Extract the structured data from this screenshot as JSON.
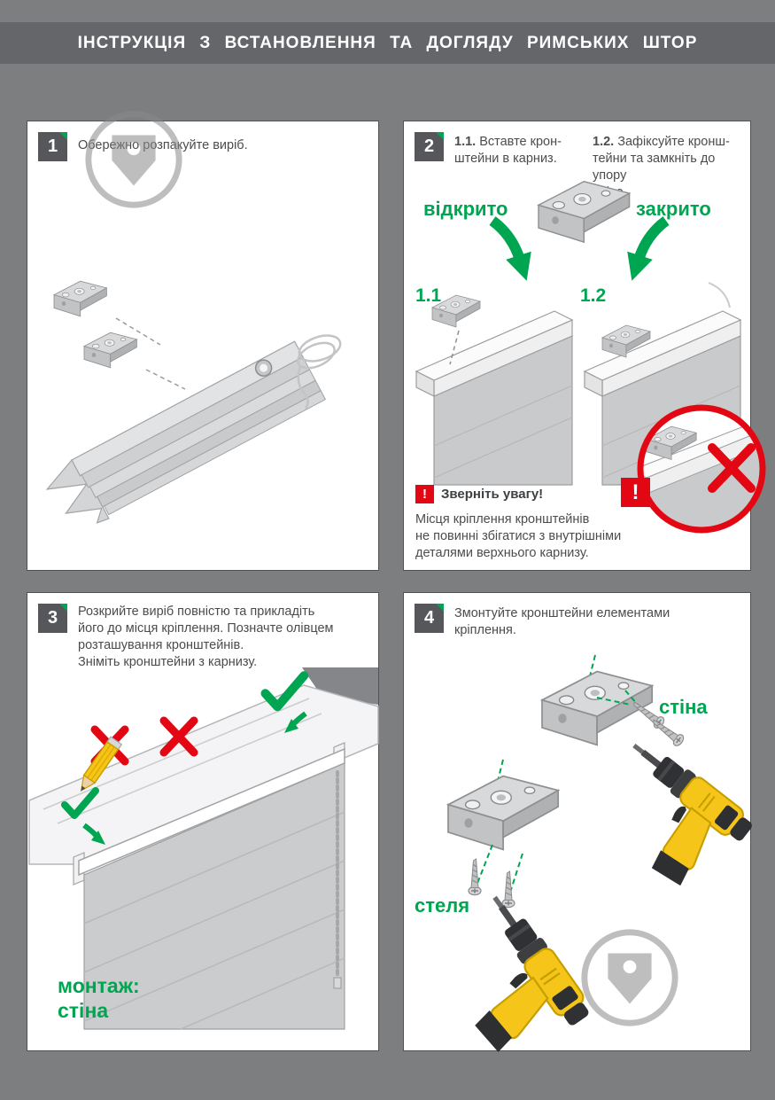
{
  "header": {
    "title": "ІНСТРУКЦІЯ З ВСТАНОВЛЕННЯ ТА ДОГЛЯДУ РИМСЬКИХ ШТОР"
  },
  "steps": [
    {
      "number": "1",
      "instruction": "Обережно розпакуйте виріб."
    },
    {
      "number": "2",
      "instruction_a_prefix": "1.1.",
      "instruction_a": "Вставте крон-\nштейни в карниз.",
      "instruction_b_prefix": "1.2.",
      "instruction_b": "Зафіксуйте кронш-\nтейни та замкніть до упору\nвліво.",
      "label_open": "відкрито",
      "label_closed": "закрито",
      "figure_label_a": "1.1",
      "figure_label_b": "1.2",
      "alert_mark": "!",
      "warning_title": "Зверніть увагу!",
      "warning_text": "Місця кріплення кронштейнів\nне повинні збігатися з внутрішніми\nдеталями верхнього карнизу."
    },
    {
      "number": "3",
      "instruction": "Розкрийте виріб повністю та прикладіть\nйого до місця кріплення. Позначте олівцем\nрозташування кронштейнів.\nЗніміть кронштейни з карнизу.",
      "mount_caption": "монтаж:\nстіна"
    },
    {
      "number": "4",
      "instruction": "Змонтуйте кронштейни елементами\nкріплення.",
      "label_wall": "стіна",
      "label_ceiling": "стеля"
    }
  ],
  "icons": {
    "checkmark": "✓",
    "cross": "✗",
    "exclamation": "!"
  },
  "colors": {
    "accent_green": "#00A551",
    "alert_red": "#E30613",
    "page_background": "#7D7E80",
    "header_background": "#646669",
    "panel_background": "#FFFFFF",
    "step_badge": "#55575A",
    "fabric_gray": "#CBCCCE",
    "drill_yellow": "#F6C51A"
  }
}
